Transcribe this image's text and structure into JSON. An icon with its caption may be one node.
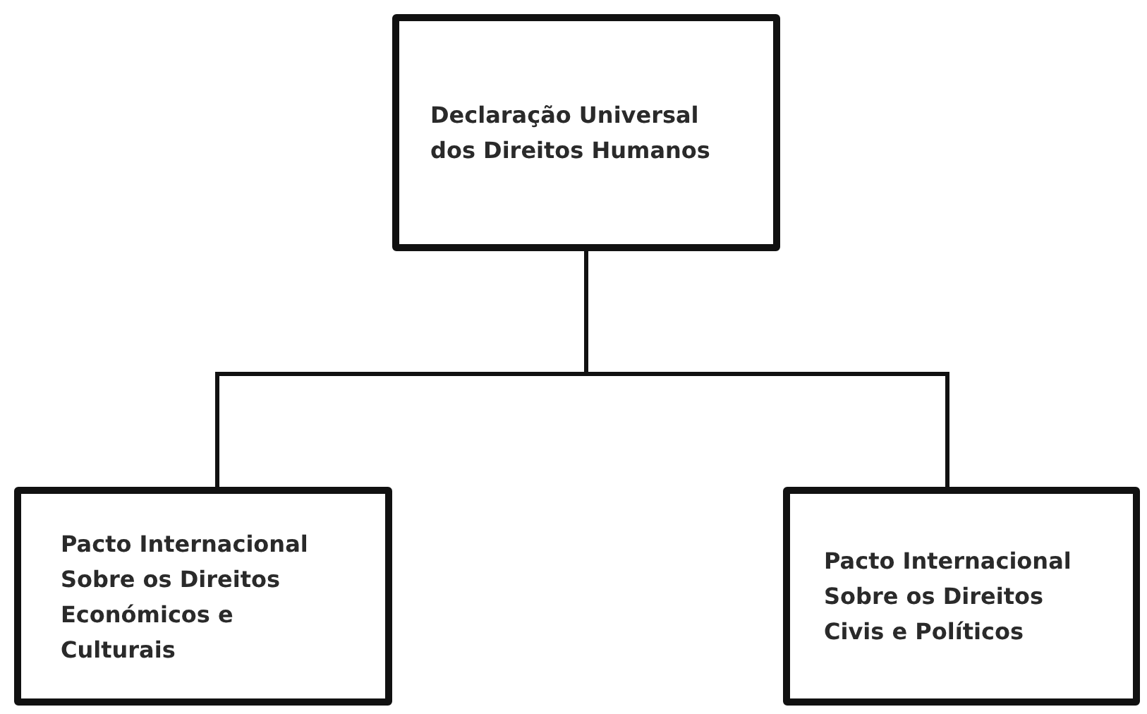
{
  "diagram": {
    "nodes": [
      {
        "text": [
          "Declaração Universal dos Direitos Humanos"
        ]
      },
      {
        "text": [
          "Pacto Internacional Sobre os Direitos Económicos e Culturais"
        ]
      },
      {
        "text": [
          "Pacto Internacional Sobre os Direitos Civis e Políticos"
        ]
      }
    ],
    "edges": [
      {
        "from": 0,
        "to": 1,
        "arrow": "none"
      },
      {
        "from": 0,
        "to": 2,
        "arrow": "none"
      }
    ]
  }
}
